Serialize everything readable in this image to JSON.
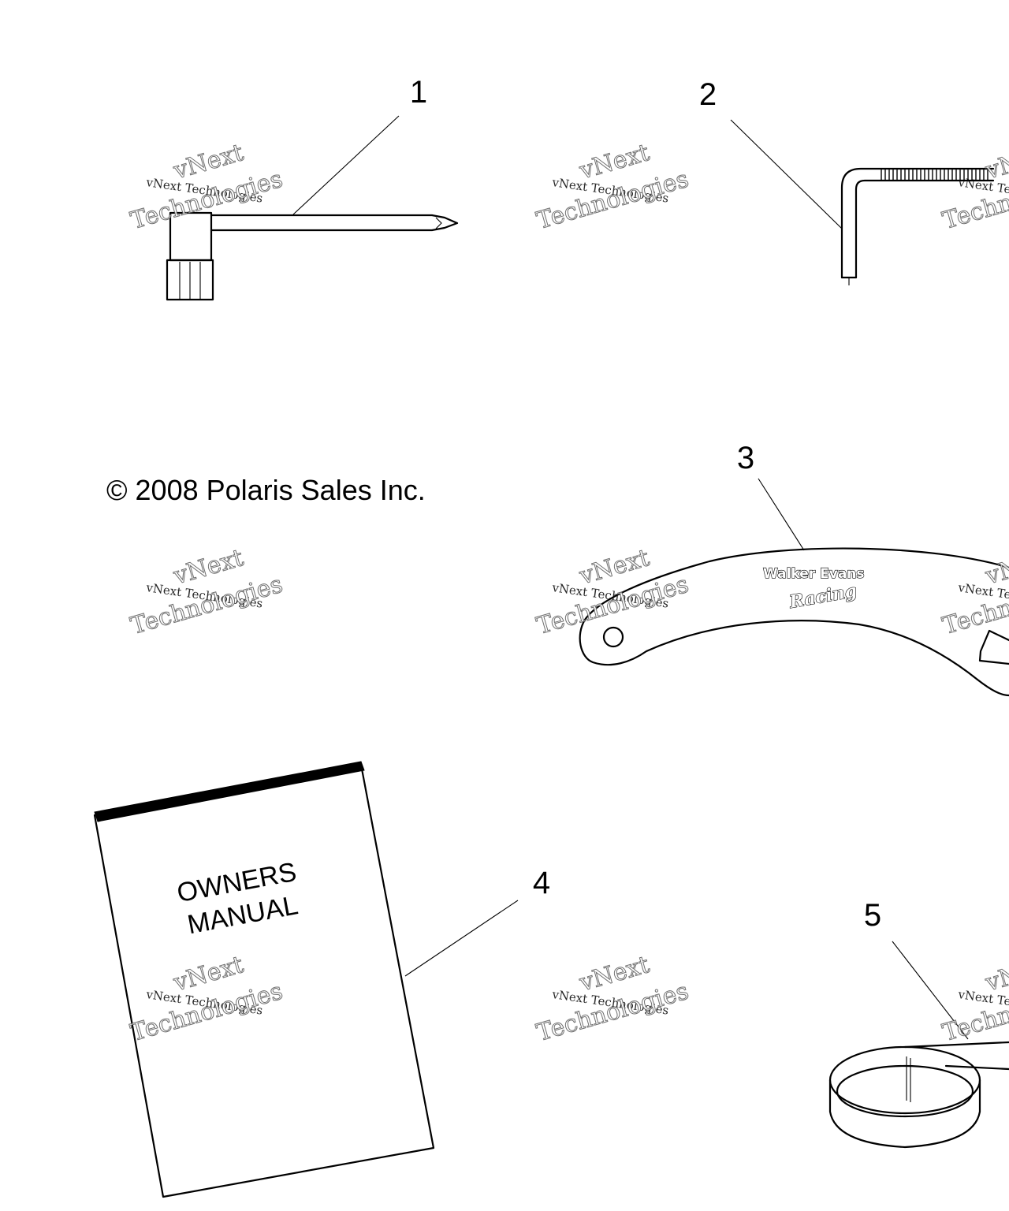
{
  "diagram": {
    "copyright": "© 2008 Polaris Sales Inc.",
    "callouts": [
      "1",
      "2",
      "3",
      "4",
      "5"
    ],
    "manual_cover": {
      "line1": "OWNERS",
      "line2": "MANUAL"
    },
    "strap_branding": {
      "line1": "Walker Evans",
      "line2": "Racing"
    },
    "watermark": {
      "small": "vNext Technologies",
      "large_top": "vNext",
      "large_bottom": "Technologies"
    }
  }
}
